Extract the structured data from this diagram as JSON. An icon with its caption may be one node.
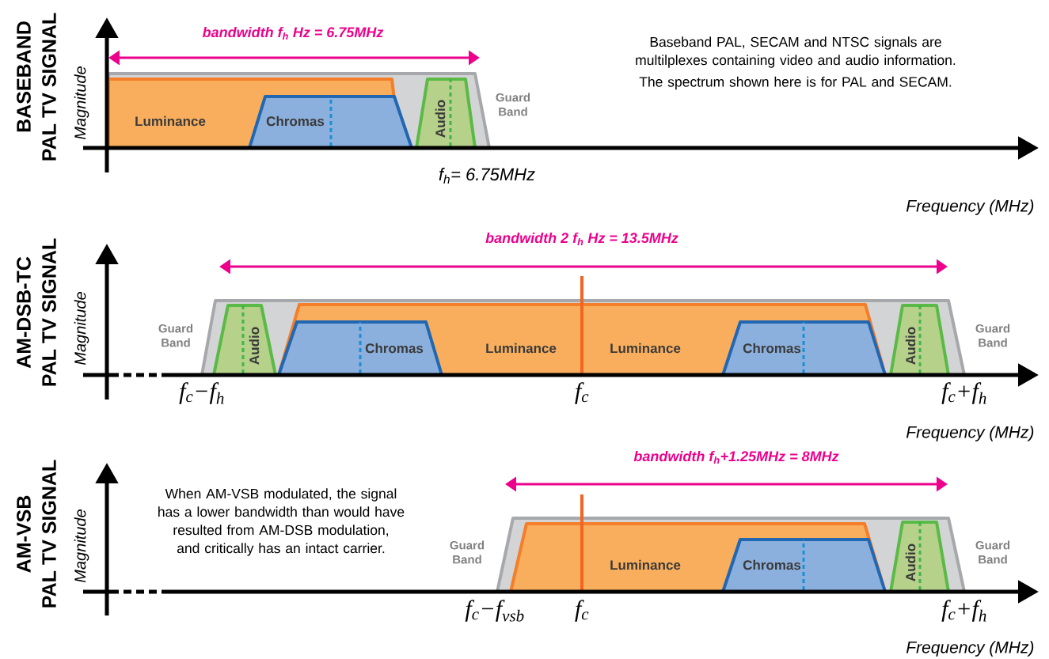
{
  "diagram": {
    "nodes": [
      {
        "text": [],
        "shape": "trapezoid",
        "beside": [
          "Guard Band"
        ]
      },
      {
        "text": [
          "Luminance"
        ],
        "in": 0
      },
      {
        "text": [
          "Chromas"
        ],
        "in": 0
      },
      {
        "text": [
          "Audio"
        ],
        "in": 0
      },
      {
        "text": [],
        "shape": "trapezoid",
        "beside": [
          "Guard Band",
          "Guard Band"
        ]
      },
      {
        "text": [
          "Luminance",
          "Luminance"
        ],
        "in": 4
      },
      {
        "text": [
          "Audio"
        ],
        "in": 4
      },
      {
        "text": [
          "Chromas"
        ],
        "in": 5
      },
      {
        "text": [
          "Chromas"
        ],
        "in": 5
      },
      {
        "text": [
          "Audio"
        ],
        "in": 4
      },
      {
        "text": [],
        "shape": "trapezoid",
        "beside": [
          "Guard Band",
          "Guard Band"
        ]
      },
      {
        "text": [
          "Luminance"
        ],
        "in": 10
      },
      {
        "text": [
          "Chromas"
        ],
        "in": 11
      },
      {
        "text": [
          "Audio"
        ],
        "in": 10
      }
    ],
    "edges": [],
    "labels": [
      "BASEBAND",
      "PAL TV SIGNAL",
      "bandwidth f$_{h}$ Hz = 6.75MHz",
      "Baseband PAL, SECAM and NTSC signals are multilplexes containing video and audio information.",
      "The spectrum shown here is for PAL and SECAM.",
      "Magnitude",
      "f$_{h}$= 6.75MHz",
      "Frequency (MHz)",
      "AM-DSB-TC",
      "PAL TV SIGNAL",
      "bandwidth 2 f$_{h}$ Hz = 13.5MHz",
      "Magnitude",
      "f$_{c}$−f$_{h}$",
      "f$_{c}$",
      "f$_{c}$+f$_{h}$",
      "Frequency (MHz)",
      "AM-VSB",
      "PAL TV SIGNAL",
      "bandwidth f$_{h}$+1.25MHz = 8MHz",
      "Magnitude",
      "When AM-VSB modulated, the signal has a lower bandwidth than would have resulted from AM-DSB modulation, and critically has an intact carrier.",
      "f$_{c}$−f$_{vsb}$",
      "f$_{c}$",
      "f$_{c}$+f$_{h}$",
      "Frequency (MHz)"
    ]
  }
}
